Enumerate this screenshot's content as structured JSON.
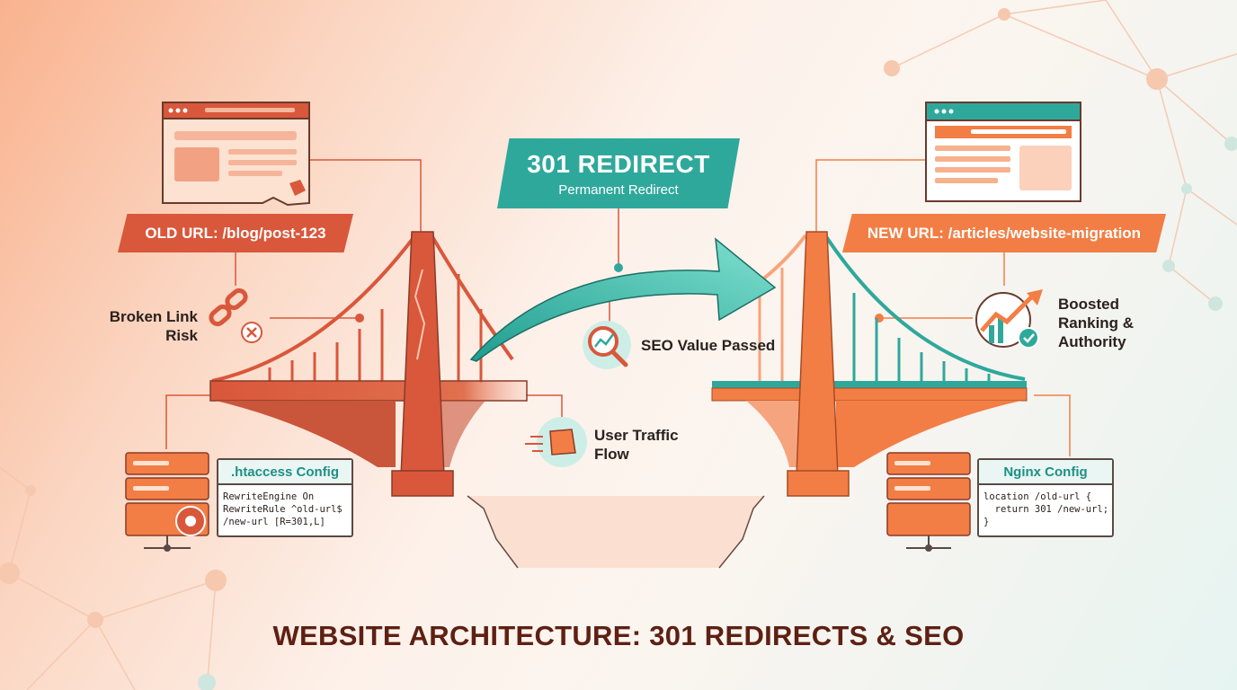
{
  "title": "WEBSITE ARCHITECTURE: 301 REDIRECTS & SEO",
  "redirect": {
    "title": "301 REDIRECT",
    "subtitle": "Permanent Redirect"
  },
  "old_url": {
    "label": "OLD URL: /blog/post-123"
  },
  "new_url": {
    "label": "NEW URL: /articles/website-migration"
  },
  "callouts": {
    "broken_link": [
      "Broken Link",
      "Risk"
    ],
    "seo_value": "SEO Value Passed",
    "user_traffic": [
      "User Traffic",
      "Flow"
    ],
    "boosted": [
      "Boosted",
      "Ranking &",
      "Authority"
    ]
  },
  "htaccess": {
    "title": ".htaccess Config",
    "code": [
      "RewriteEngine On",
      "RewriteRule ^old-url$",
      "/new-url [R=301,L]"
    ]
  },
  "nginx": {
    "title": "Nginx Config",
    "code": [
      "location /old-url {",
      "  return 301 /new-url;",
      "}"
    ]
  },
  "colors": {
    "old_accent": "#d9573b",
    "new_accent": "#f27e45",
    "teal": "#2fa89c",
    "title": "#5e2013"
  }
}
